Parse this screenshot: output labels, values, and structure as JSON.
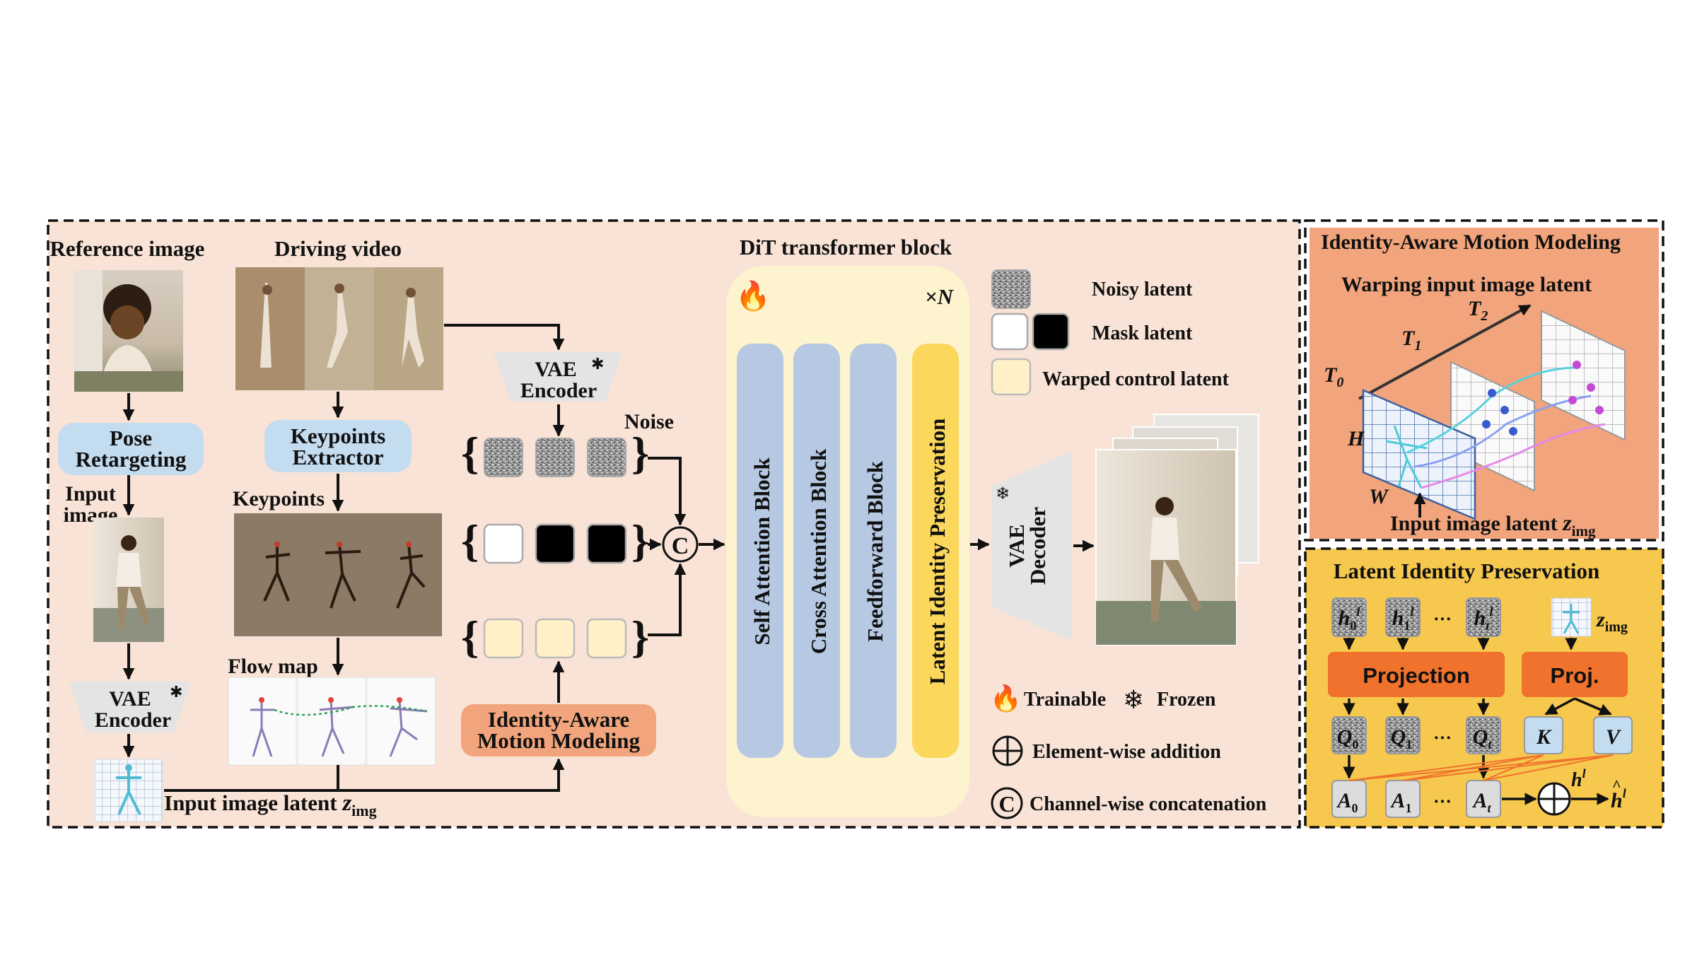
{
  "main": {
    "reference_image": "Reference image",
    "driving_video": "Driving video",
    "pose_retargeting_l1": "Pose",
    "pose_retargeting_l2": "Retargeting",
    "input_image_l1": "Input",
    "input_image_l2": "image",
    "keypoints_extractor_l1": "Keypoints",
    "keypoints_extractor_l2": "Extractor",
    "keypoints": "Keypoints",
    "flow_map": "Flow map",
    "vae": "VAE",
    "encoder": "Encoder",
    "noise": "Noise",
    "iamm_l1": "Identity-Aware",
    "iamm_l2": "Motion Modeling",
    "input_latent_label": "Input image latent ",
    "z": "z",
    "img_sub": "img",
    "concat_symbol": "C"
  },
  "dit": {
    "title": "DiT transformer block",
    "repeat": "×N",
    "blocks": [
      "Self Attention Block",
      "Cross Attention Block",
      "Feedforward Block",
      "Latent Identity Preservation"
    ]
  },
  "decoder": {
    "l1": "VAE",
    "l2": "Decoder"
  },
  "legend": {
    "noisy": "Noisy latent",
    "mask": "Mask latent",
    "warped": "Warped control latent",
    "trainable": "Trainable",
    "frozen": "Frozen",
    "addition": "Element-wise addition",
    "concat": "Channel-wise concatenation"
  },
  "iamm_panel": {
    "title": "Identity-Aware Motion Modeling",
    "subtitle": "Warping input image latent",
    "t0": "T",
    "t0_sub": "0",
    "t1": "T",
    "t1_sub": "1",
    "t2": "T",
    "t2_sub": "2",
    "h": "H",
    "w": "W",
    "bottom_label": "Input image latent "
  },
  "lip_panel": {
    "title": "Latent Identity Preservation",
    "projection": "Projection",
    "proj_short": "Proj.",
    "h": "h",
    "l_sup": "l",
    "sub0": "0",
    "sub1": "1",
    "subt": "t",
    "q": "Q",
    "a": "A",
    "k": "K",
    "v": "V",
    "dots": "···"
  },
  "colors": {
    "main_bg": "#f9e3d6",
    "iamm_bg": "#f2a57c",
    "lip_bg": "#f7c84e",
    "blue_block": "#b6c8e2",
    "yellow_block": "#fbd75b",
    "warped_fill": "#fff0c8",
    "orange_box": "#f0722c",
    "light_blue": "#c4dcf0"
  }
}
